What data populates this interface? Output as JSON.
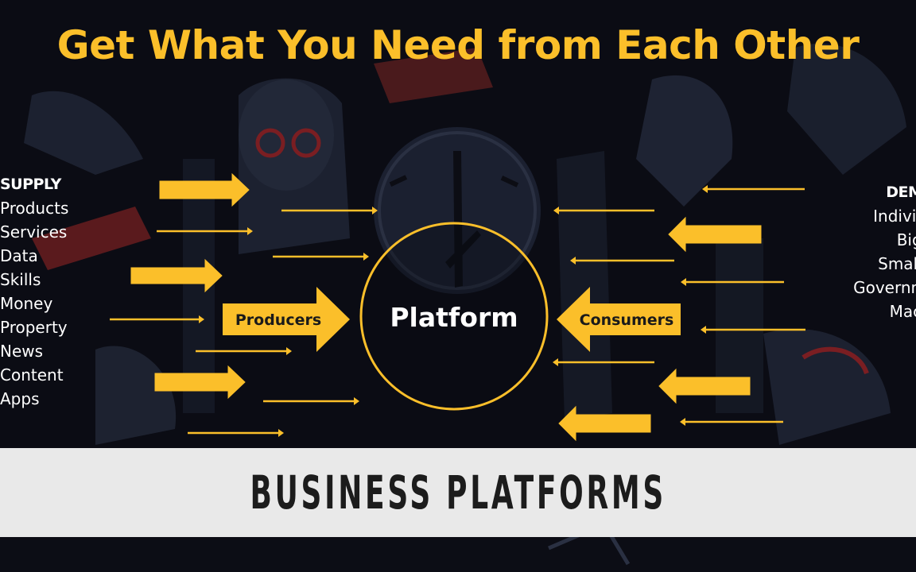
{
  "title": "Get What You Need from Each Other",
  "supply": {
    "heading": "SUPPLY",
    "items": [
      "Products",
      "Services",
      "Data",
      "Skills",
      "Money",
      "Property",
      "News",
      "Content",
      "Apps"
    ]
  },
  "demand": {
    "heading": "DEMAN",
    "items": [
      "Individua",
      "Big Or",
      "Small Or",
      "Governmen",
      "Machin"
    ]
  },
  "diagram": {
    "center_label": "Platform",
    "producers_label": "Producers",
    "consumers_label": "Consumers"
  },
  "banner": {
    "text": "BUSINESS PLATFORMS"
  },
  "colors": {
    "accent": "#fbbf2a",
    "background": "#0b0c14",
    "banner_bg": "#e9e9e9",
    "banner_text": "#1c1c1c",
    "list_text": "#ffffff"
  }
}
